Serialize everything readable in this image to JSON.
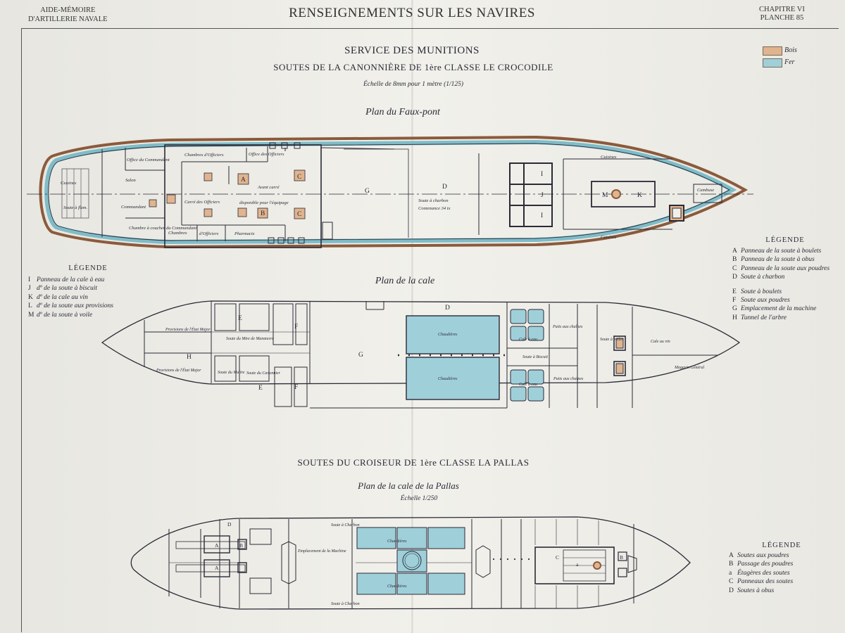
{
  "header": {
    "left_line1": "AIDE-MÉMOIRE",
    "left_line2": "D'ARTILLERIE NAVALE",
    "title": "RENSEIGNEMENTS SUR LES NAVIRES",
    "right_line1": "CHAPITRE VI",
    "right_line2": "PLANCHE 85"
  },
  "section1": {
    "title": "SERVICE DES MUNITIONS",
    "subtitle": "SOUTES DE LA CANONNIÈRE DE 1ère CLASSE LE CROCODILE",
    "scale": "Échelle de 8mm pour 1 mètre (1/125)",
    "plan1_title": "Plan du Faux-pont",
    "plan2_title": "Plan de la cale"
  },
  "section2": {
    "title": "SOUTES DU CROISEUR DE 1ère CLASSE LA PALLAS",
    "plan_title": "Plan de la cale de la Pallas",
    "scale": "Échelle 1/250"
  },
  "materials": [
    {
      "label": "Bois",
      "color": "#e0b48e"
    },
    {
      "label": "Fer",
      "color": "#9fd0da"
    }
  ],
  "legend_faux_pont": {
    "title": "LÉGENDE",
    "items": [
      {
        "key": "I",
        "text": "Panneau de la cale à eau"
      },
      {
        "key": "J",
        "text": "dº de la soute à biscuit"
      },
      {
        "key": "K",
        "text": "dº de la cale au vin"
      },
      {
        "key": "L",
        "text": "dº de la soute aux provisions"
      },
      {
        "key": "M",
        "text": "dº de la soute à voile"
      }
    ]
  },
  "legend_main": {
    "title": "LÉGENDE",
    "items": [
      {
        "key": "A",
        "text": "Panneau de la soute à boulets"
      },
      {
        "key": "B",
        "text": "Panneau de la soute à obus"
      },
      {
        "key": "C",
        "text": "Panneau de la soute aux poudres"
      },
      {
        "key": "D",
        "text": "Soute à charbon"
      },
      {
        "key": "E",
        "text": "Soute à boulets"
      },
      {
        "key": "F",
        "text": "Soute aux poudres"
      },
      {
        "key": "G",
        "text": "Emplacement de la machine"
      },
      {
        "key": "H",
        "text": "Tunnel de l'arbre"
      }
    ]
  },
  "legend_pallas": {
    "title": "LÉGENDE",
    "items": [
      {
        "key": "A",
        "text": "Soutes aux poudres"
      },
      {
        "key": "B",
        "text": "Passage des poudres"
      },
      {
        "key": "a",
        "text": "Étagères des soutes"
      },
      {
        "key": "C",
        "text": "Panneaux des soutes"
      },
      {
        "key": "D",
        "text": "Soutes à obus"
      }
    ]
  },
  "faux_pont": {
    "rooms": {
      "cuisine": "Cuisines",
      "soute_flam": "Soute à flam.",
      "office_cmd": "Office du Commandant",
      "salon": "Salon",
      "salon_sub": "Commandant",
      "chambre_cmd": "Chambre à coucher du Commandant",
      "chambres_officiers_top": "Chambres d'Officiers",
      "office_officiers": "Office des Officiers",
      "carre": "Carré des Officiers",
      "avant_carre": "Avant carré",
      "disponible": "disponible pour l'équipage",
      "chambres_bottom": "Chambres",
      "chambres_officiers_bottom": "d'Officiers",
      "pharmacie": "Pharmacie",
      "soute_charbon": "Soute à charbon",
      "contenance": "Contenance 34 tx",
      "cuisines_right": "Cuisines",
      "cambuse": "Cambuse"
    },
    "markers": {
      "A": "A",
      "B": "B",
      "C1": "C",
      "C2": "C",
      "G": "G",
      "D": "D",
      "I1": "I",
      "J": "J",
      "I2": "I",
      "M": "M",
      "K": "K"
    }
  },
  "cale": {
    "rooms": {
      "prov_etat_major_top": "Provisions de l'État Major",
      "soute_mtre": "Soute du Mtre de Manœuvre",
      "prov_etat_major_bottom": "Provisions de l'État Major",
      "soute_maitre": "Soute du Maître",
      "soute_canonnier": "Soute du Canonnier",
      "chaudieres_top": "Chaudières",
      "chaudieres_bottom": "Chaudières",
      "cale_eau_top": "Cale à eau",
      "cale_eau_bottom": "Cale à eau",
      "puits_top": "Puits aux chaînes",
      "puits_bottom": "Puits aux chaînes",
      "soute_biscuit": "Soute à Biscuit",
      "soute_voiles": "Soute à voiles",
      "cale_vin": "Cale au vin",
      "magasin": "Magasin Général"
    },
    "markers": {
      "E1": "E",
      "F1": "F",
      "E2": "E",
      "F2": "F",
      "G": "G",
      "H": "H",
      "D": "D"
    }
  },
  "pallas": {
    "rooms": {
      "soute_charbon_top": "Soute à Charbon",
      "soute_charbon_bottom": "Soute à Charbon",
      "emplacement": "Emplacement de la Machine",
      "chaudieres_top": "Chaudières",
      "chaudieres_bottom": "Chaudières"
    },
    "markers": {
      "D": "D",
      "A": "A",
      "B": "B",
      "C": "C",
      "a": "a"
    }
  }
}
